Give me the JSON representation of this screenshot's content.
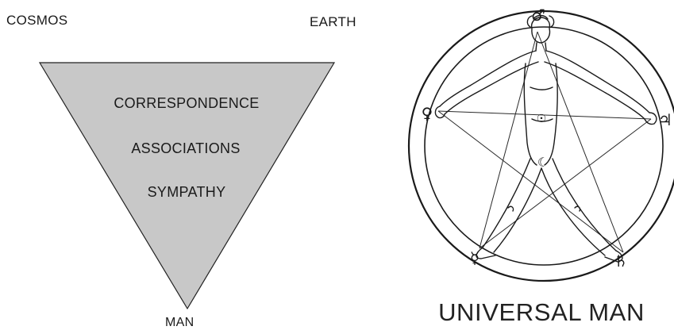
{
  "triangle": {
    "top_left_label": "COSMOS",
    "top_right_label": "EARTH",
    "bottom_label": "MAN",
    "inner_lines": [
      "CORRESPONDENCE",
      "ASSOCIATIONS",
      "SYMPATHY"
    ],
    "fill_color": "#c8c8c8",
    "stroke_color": "#222222"
  },
  "figure": {
    "caption": "UNIVERSAL MAN",
    "planet_symbols": {
      "top": "♂",
      "left": "♀",
      "right": "♃",
      "bottom_left": "☿",
      "bottom_right": "♄",
      "center_moon": "☾",
      "center_sun": "☉"
    }
  }
}
